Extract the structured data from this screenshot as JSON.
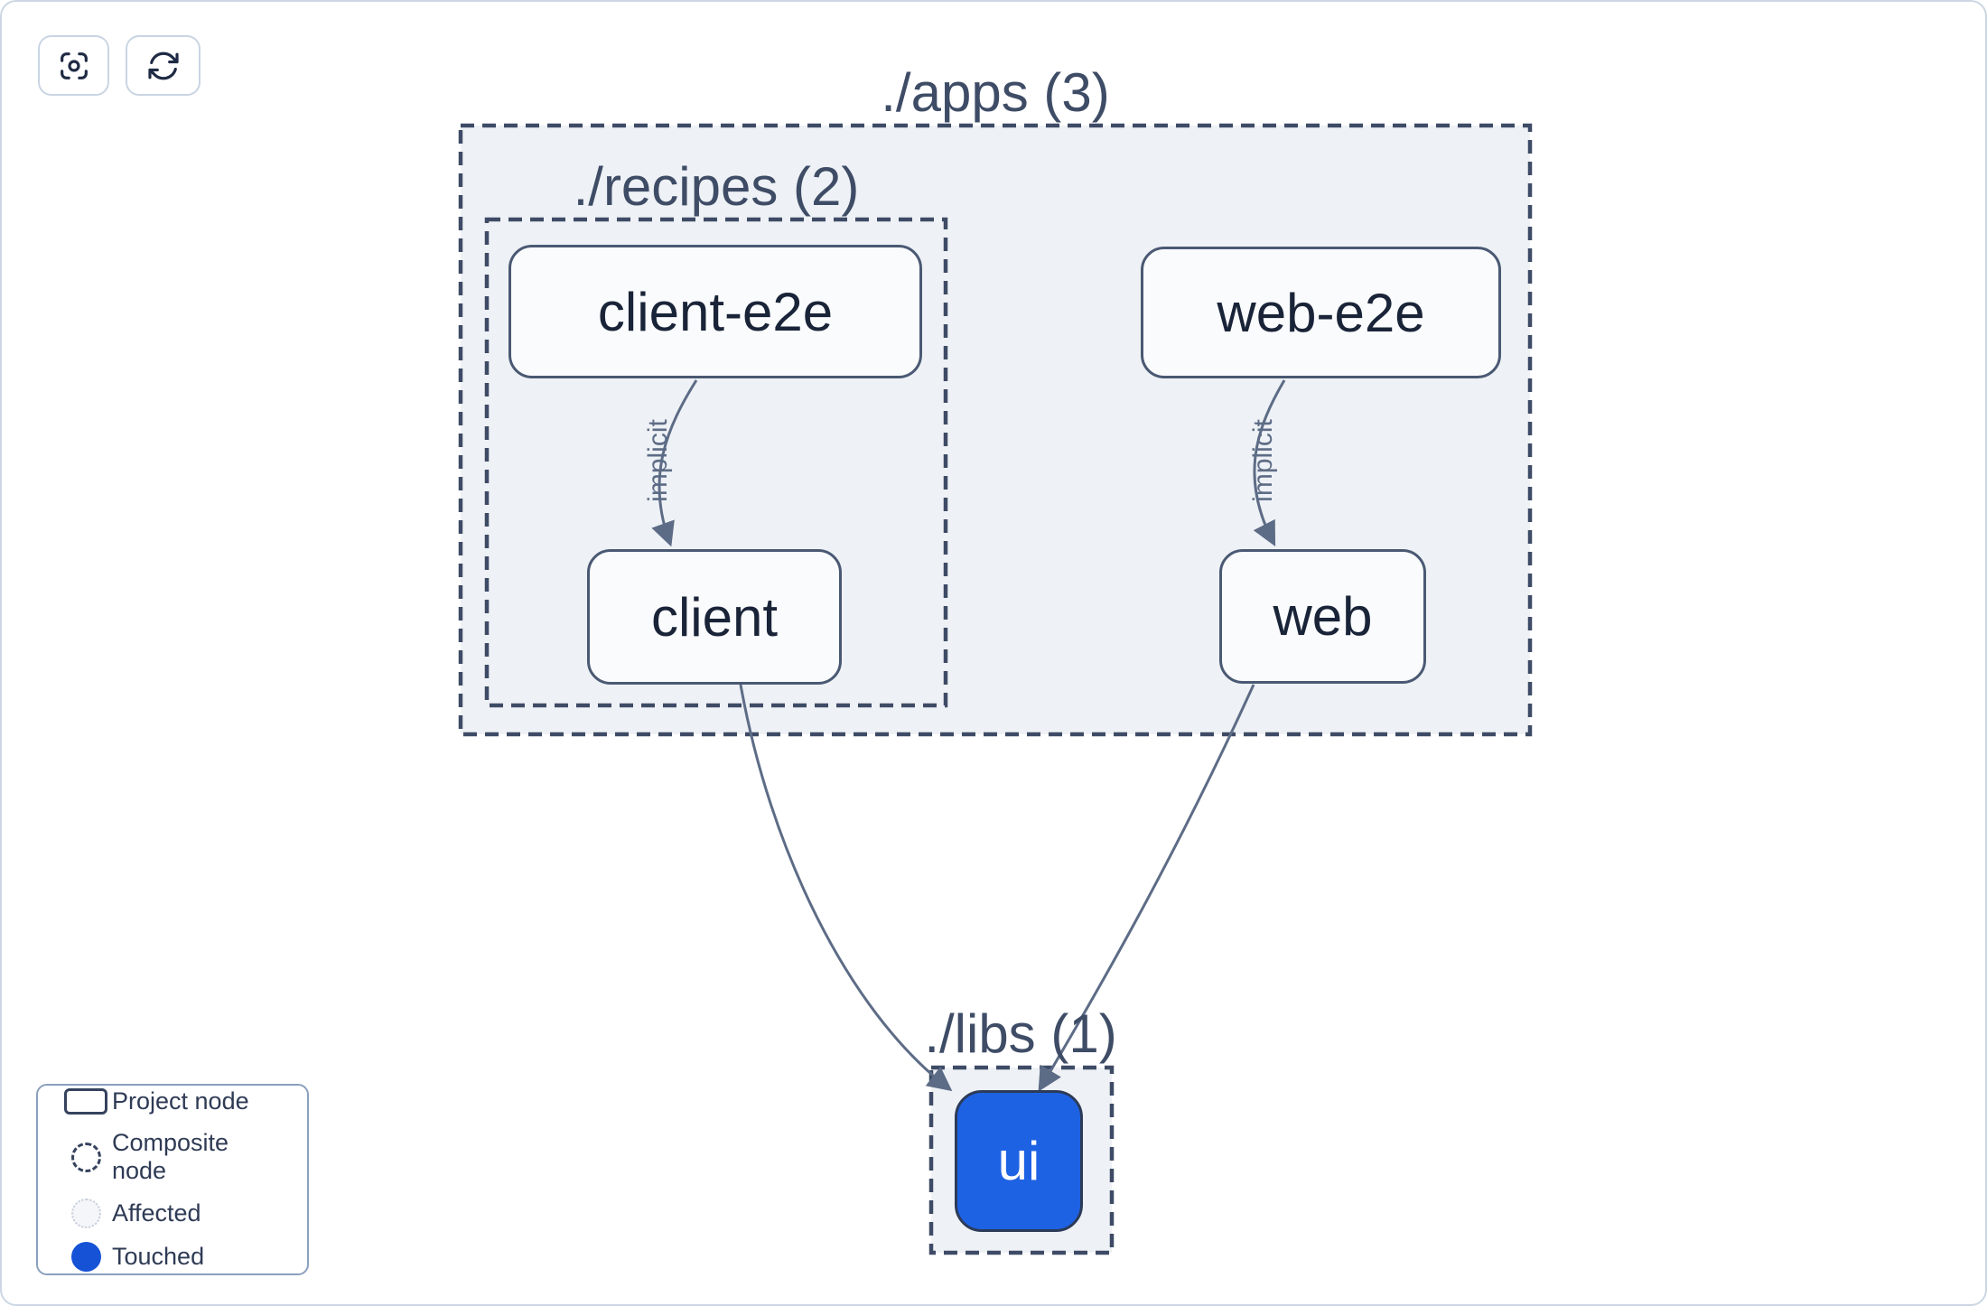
{
  "toolbar": {
    "buttons": [
      {
        "name": "focus-graph",
        "icon": "crosshair-focus-icon"
      },
      {
        "name": "refresh-graph",
        "icon": "refresh-icon"
      }
    ]
  },
  "graph": {
    "groups": [
      {
        "id": "apps",
        "label": "./apps (3)",
        "count": 3
      },
      {
        "id": "recipes",
        "label": "./recipes (2)",
        "count": 2
      },
      {
        "id": "libs",
        "label": "./libs (1)",
        "count": 1
      }
    ],
    "nodes": [
      {
        "id": "client-e2e",
        "label": "client-e2e",
        "group": "apps/recipes",
        "state": "default"
      },
      {
        "id": "web-e2e",
        "label": "web-e2e",
        "group": "apps",
        "state": "default"
      },
      {
        "id": "client",
        "label": "client",
        "group": "apps/recipes",
        "state": "default"
      },
      {
        "id": "web",
        "label": "web",
        "group": "apps",
        "state": "default"
      },
      {
        "id": "ui",
        "label": "ui",
        "group": "libs",
        "state": "touched"
      }
    ],
    "edges": [
      {
        "from": "client-e2e",
        "to": "client",
        "type": "implicit",
        "label": "implicit"
      },
      {
        "from": "web-e2e",
        "to": "web",
        "type": "implicit",
        "label": "implicit"
      },
      {
        "from": "client",
        "to": "ui",
        "type": "static",
        "label": ""
      },
      {
        "from": "web",
        "to": "ui",
        "type": "static",
        "label": ""
      }
    ]
  },
  "legend": {
    "items": [
      {
        "icon": "project-node-swatch",
        "label": "Project node"
      },
      {
        "icon": "composite-node-swatch",
        "label": "Composite node"
      },
      {
        "icon": "affected-swatch",
        "label": "Affected"
      },
      {
        "icon": "touched-swatch",
        "label": "Touched"
      }
    ]
  },
  "colors": {
    "group_fill": "#EEF1F5",
    "group_border": "#3E4B66",
    "node_fill": "#FAFBFD",
    "node_border": "#4A5973",
    "node_text": "#1A2438",
    "group_label_text": "#3E4C66",
    "edge": "#5D6C86",
    "touched_node_fill": "#1E62E4",
    "touched_legend_dot": "#1552D6",
    "affected_fill": "#F4F6FA"
  }
}
